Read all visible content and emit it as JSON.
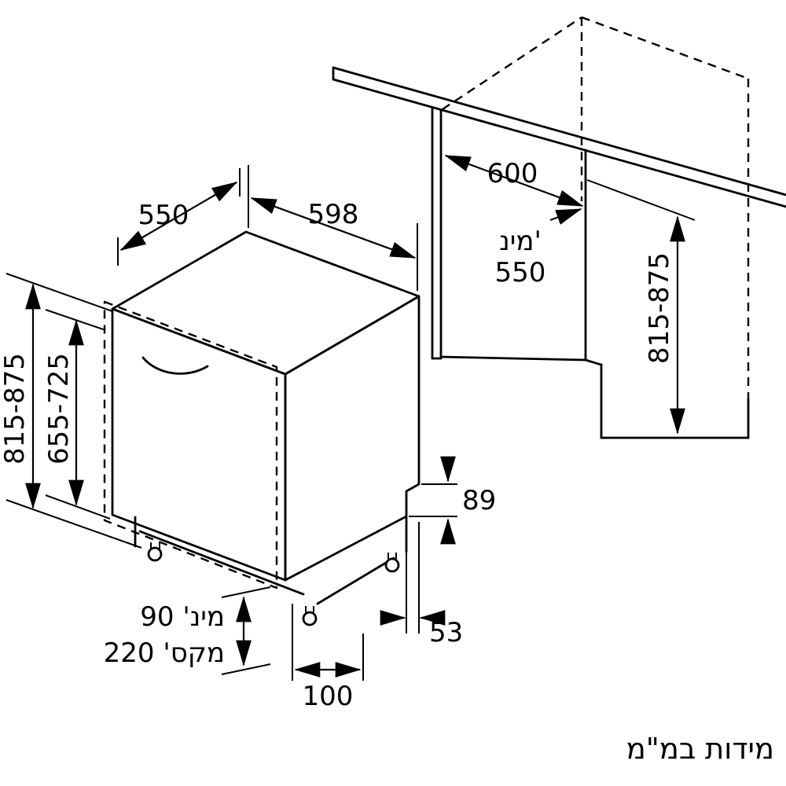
{
  "diagram": {
    "caption": "מידות במ\"מ",
    "colors": {
      "line": "#000000",
      "background": "#ffffff"
    },
    "appliance": {
      "depth": "550",
      "width": "598",
      "height": "815-875",
      "door_height": "655-725",
      "plinth_min": "מינ' 90",
      "plinth_max": "מקס' 220",
      "base_front_clearance": "100",
      "base_side_clearance": "53",
      "base_rear_height": "89"
    },
    "niche": {
      "width": "600",
      "min_depth_label": "מינ'",
      "min_depth_value": "550",
      "height": "815-875"
    }
  }
}
